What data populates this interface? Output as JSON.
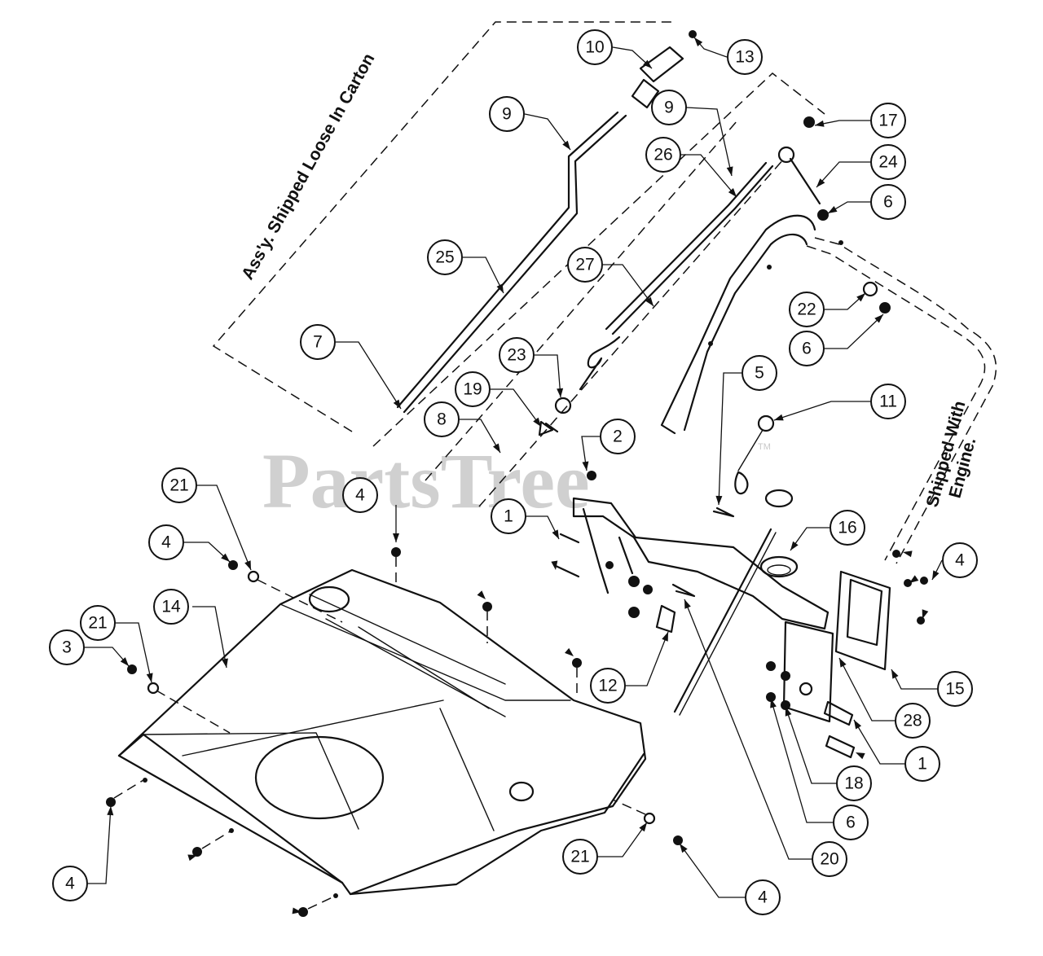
{
  "watermark": {
    "text": "PartsTree",
    "mark": "TM"
  },
  "notes": {
    "carton": "Ass'y. Shipped Loose In Carton",
    "engine_line1": "Shipped With",
    "engine_line2": "Engine."
  },
  "callouts": [
    "10",
    "13",
    "9",
    "9",
    "26",
    "17",
    "24",
    "6",
    "25",
    "27",
    "22",
    "6",
    "7",
    "23",
    "19",
    "8",
    "5",
    "11",
    "2",
    "1",
    "16",
    "21",
    "4",
    "4",
    "14",
    "21",
    "3",
    "12",
    "15",
    "28",
    "1",
    "18",
    "6",
    "20",
    "21",
    "4",
    "4",
    "4"
  ]
}
